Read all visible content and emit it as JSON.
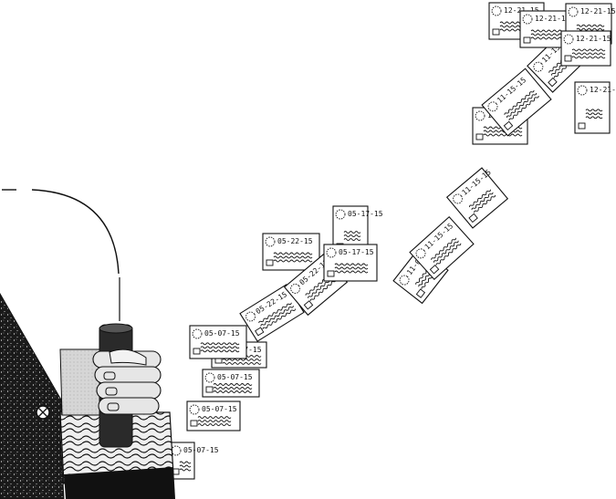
{
  "illustration": {
    "colors": {
      "ink": "#111111",
      "paper": "#ffffff",
      "sleeve": "#1a1a1a",
      "glove": "#dedede"
    },
    "envelope_dates": [
      "05-07-15",
      "05-07-15",
      "05-07-15",
      "05-07-15",
      "05-07-15",
      "05-22-15",
      "05-22-15",
      "05-22-15",
      "05-17-15",
      "05-17-15",
      "11-05-15",
      "11-15-15",
      "11-15-15",
      "11-15-15",
      "11-15-15",
      "11-15-15",
      "12-21-15",
      "12-21-15",
      "12-21-15",
      "12-21-15",
      "12-21-15"
    ]
  }
}
